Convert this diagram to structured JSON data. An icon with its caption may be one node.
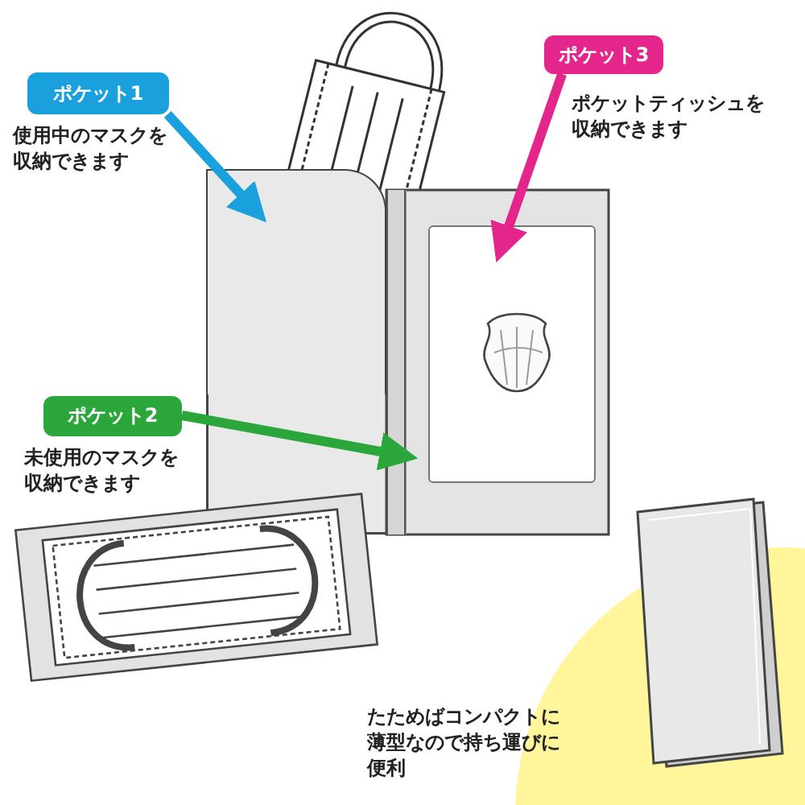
{
  "diagram": {
    "nodes": [
      {
        "text": [
          "ポケット1"
        ],
        "beside": [
          "使用中のマスクを収納できます"
        ]
      },
      {
        "text": [
          "ポケット3"
        ],
        "beside": [
          "ポケットティッシュを収納できます"
        ]
      },
      {
        "text": [
          "ポケット2"
        ],
        "beside": [
          "未使用のマスクを収納できます"
        ]
      },
      {
        "text": [],
        "shape": "box"
      },
      {
        "text": [],
        "shape": "box"
      },
      {
        "text": [],
        "shape": "bar"
      }
    ],
    "edges": [
      {
        "from": 0,
        "to": 3,
        "arrow": "to",
        "color": "#1aa0dc"
      },
      {
        "from": 1,
        "to": 4,
        "arrow": "to",
        "color": "#e4258c"
      },
      {
        "from": 2,
        "to": 5,
        "arrow": "to",
        "color": "#2aa63a"
      }
    ],
    "labels": [
      "たためばコンパクトに薄型なので持ち運びに便利"
    ]
  }
}
